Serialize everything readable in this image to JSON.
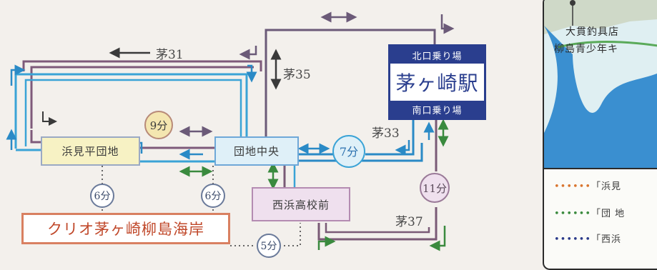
{
  "route_codes": {
    "chi31": "茅31",
    "chi35": "茅35",
    "chi33": "茅33",
    "chi37": "茅37"
  },
  "stops": {
    "hamamidaira": "浜見平団地",
    "danchi_chuo": "団地中央",
    "nishihama": "西浜高校前",
    "destination": "クリオ茅ヶ崎柳島海岸"
  },
  "station": {
    "north_exit": "北口乗り場",
    "name": "茅ヶ崎駅",
    "south_exit": "南口乗り場"
  },
  "times": {
    "t9": "9分",
    "t7": "7分",
    "t11": "11分",
    "t6a": "6分",
    "t6b": "6分",
    "t5": "5分"
  },
  "inset": {
    "label1": "大貫釣具店",
    "label2": "柳島青少年キ",
    "legend1": "「浜見",
    "legend2": "「団 地",
    "legend3": "「西浜"
  },
  "colors": {
    "line_chi31": "#7e5a7a",
    "line_blue": "#3aa3d6",
    "line_chi33": "#2a8ac6",
    "line_chi35": "#6b5a78",
    "line_chi37": "#7a5a76",
    "walk_green": "#3a8a3e",
    "station_navy": "#2a3e8e",
    "legend_orange": "#d9752f",
    "legend_green": "#3a8a3e",
    "legend_navy": "#2b3a8a"
  }
}
